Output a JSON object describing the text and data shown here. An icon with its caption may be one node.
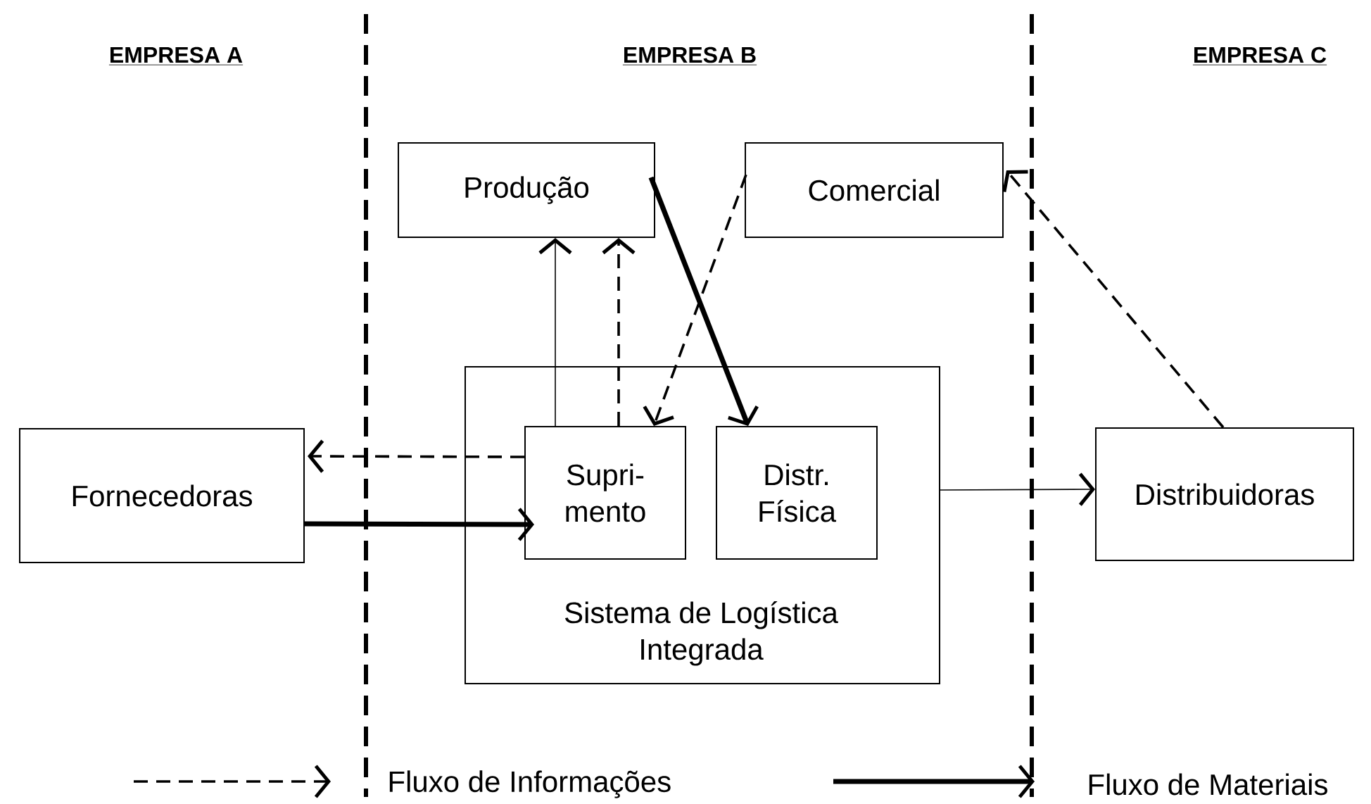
{
  "diagram": {
    "nodes": [
      {
        "text": [
          "Produção"
        ]
      },
      {
        "text": [
          "Comercial"
        ]
      },
      {
        "text": [
          "Sistema de Logística Integrada"
        ]
      },
      {
        "text": [
          "Supri- mento"
        ],
        "in": 2
      },
      {
        "text": [
          "Distr. Física"
        ],
        "in": 2
      },
      {
        "text": [
          "Fornecedoras"
        ]
      },
      {
        "text": [
          "Distribuidoras"
        ]
      }
    ],
    "edges": [
      {
        "from": 3,
        "to": 0,
        "arrow": "to"
      },
      {
        "from": 3,
        "to": 0,
        "arrow": "to",
        "style": "dashed"
      },
      {
        "from": 0,
        "to": 4,
        "arrow": "to",
        "style": "thick"
      },
      {
        "from": 1,
        "to": 3,
        "arrow": "to",
        "style": "dashed"
      },
      {
        "from": 6,
        "to": 1,
        "arrow": "to",
        "style": "dashed"
      },
      {
        "from": 3,
        "to": 5,
        "arrow": "to",
        "style": "dashed"
      },
      {
        "from": 5,
        "to": 3,
        "arrow": "to",
        "style": "thick"
      },
      {
        "from": 2,
        "to": 6,
        "arrow": "to"
      }
    ],
    "labels": [
      "EMPRESA A",
      "EMPRESA B",
      "EMPRESA C"
    ],
    "legend": [
      {
        "text": "Fluxo de Informações"
      },
      {
        "text": "Fluxo de Materiais"
      }
    ]
  }
}
